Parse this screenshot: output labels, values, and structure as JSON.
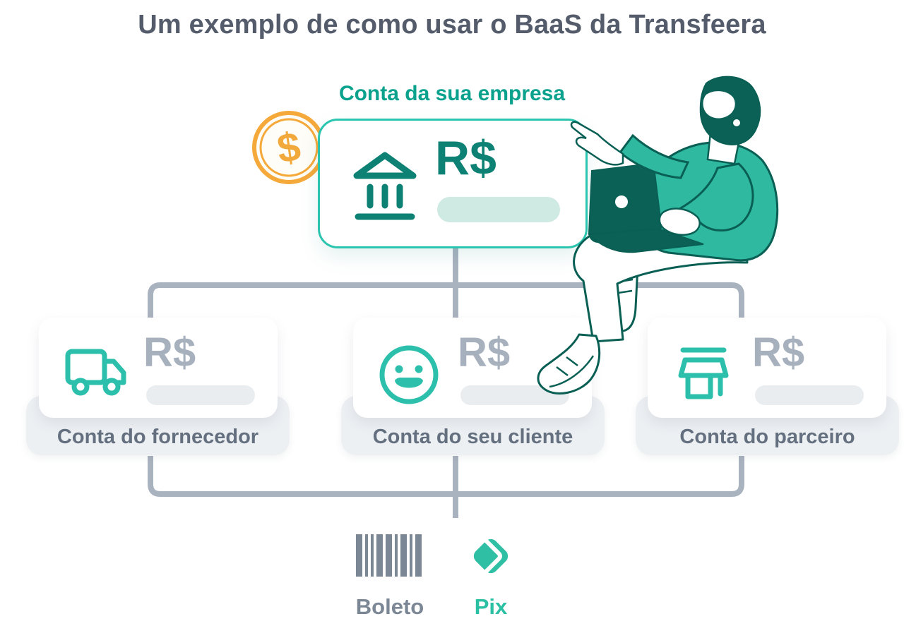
{
  "title": "Um exemplo de como usar o BaaS da Transfeera",
  "diagram": {
    "company_account": {
      "label": "Conta da sua empresa",
      "currency": "R$",
      "icon": "bank-icon",
      "badge_icon": "dollar-coin-icon"
    },
    "accounts": [
      {
        "label": "Conta do fornecedor",
        "currency": "R$",
        "icon": "truck-icon"
      },
      {
        "label": "Conta do seu cliente",
        "currency": "R$",
        "icon": "smiley-icon"
      },
      {
        "label": "Conta do parceiro",
        "currency": "R$",
        "icon": "storefront-icon"
      }
    ],
    "payment_methods": [
      {
        "label": "Boleto",
        "icon": "barcode-icon",
        "label_color": "#7b8795"
      },
      {
        "label": "Pix",
        "icon": "pix-icon",
        "label_color": "#2bbfa4"
      }
    ]
  },
  "colors": {
    "title_text": "#545c6b",
    "company_label_teal": "#0aa18d",
    "card_border_teal": "#2bc4ae",
    "icon_teal": "#2cc0ac",
    "dark_teal_text": "#0d8173",
    "mint_bar": "#cfeae3",
    "footer_text_gray": "#64707f",
    "rs_gray": "#a7b1be",
    "connector_gray": "#a9b3bf",
    "coin_orange": "#f5a93b",
    "footer_bg": "#edf0f3",
    "illustration_dark": "#0b6156",
    "illustration_teal": "#2fb9a0"
  }
}
